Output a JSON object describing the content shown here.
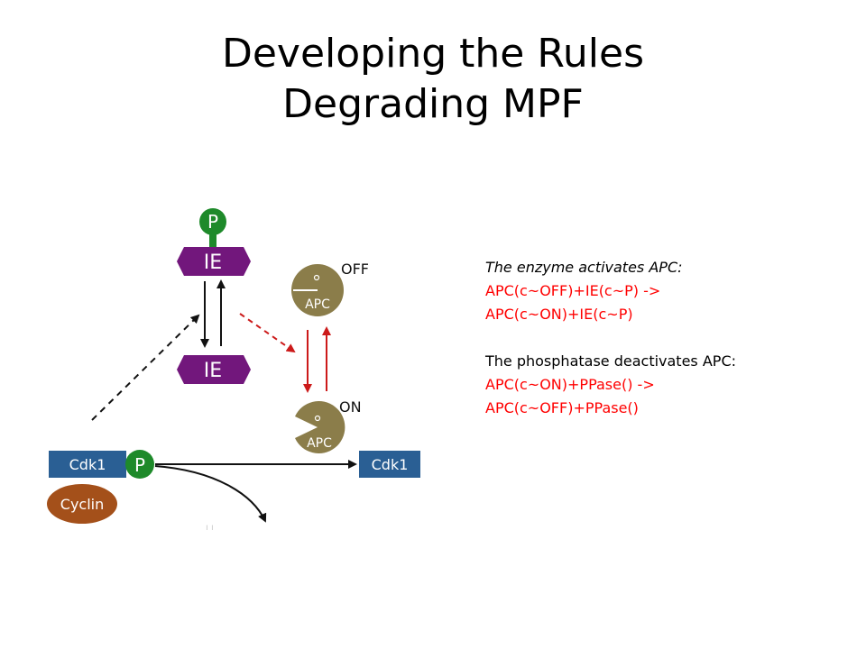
{
  "slide": {
    "title_line1": "Developing the Rules",
    "title_line2": "Degrading MPF"
  },
  "diagram": {
    "phospho_label": "P",
    "ie_label": "IE",
    "apc_label": "APC",
    "apc_off_state": "OFF",
    "apc_on_state": "ON",
    "cdk1_label": "Cdk1",
    "cyclin_label": "Cyclin",
    "colors": {
      "green": "#1e8a2a",
      "purple": "#72177c",
      "olive": "#8b7d4a",
      "blue": "#2a5f94",
      "brown": "#a4501a",
      "red": "#cc1a1a",
      "black": "#111111"
    }
  },
  "notes": {
    "block1_caption": "The enzyme activates APC:",
    "block1_rule_line1": "APC(c~OFF)+IE(c~P) ->",
    "block1_rule_line2": "APC(c~ON)+IE(c~P)",
    "block2_caption": "The phosphatase deactivates APC:",
    "block2_rule_line1": "APC(c~ON)+PPase() ->",
    "block2_rule_line2": "APC(c~OFF)+PPase()"
  }
}
